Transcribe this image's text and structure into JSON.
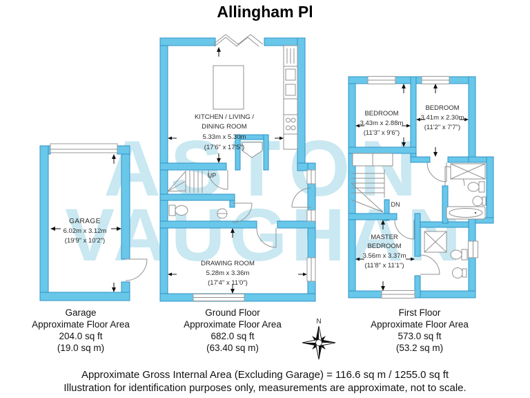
{
  "title": "Allingham Pl",
  "watermark": {
    "line1": "ASTON",
    "line2": "VAUGHAN"
  },
  "colors": {
    "wall_fill": "#69c7ea",
    "wall_stroke": "#2e93c5",
    "watermark": "#c9e8f1"
  },
  "garage": {
    "room": {
      "name": "GARAGE",
      "metric": "6.02m x 3.12m",
      "imperial": "(19'9\" x 10'2\")"
    },
    "caption": {
      "title": "Garage",
      "subtitle": "Approximate Floor Area",
      "sqft": "204.0 sq ft",
      "sqm": "(19.0 sq m)"
    }
  },
  "ground_floor": {
    "kitchen": {
      "name1": "KITCHEN / LIVING /",
      "name2": "DINING ROOM",
      "metric": "5.33m x 5.30m",
      "imperial": "(17'6\" x 17'5\")"
    },
    "stairs": "UP",
    "drawing_room": {
      "name": "DRAWING ROOM",
      "metric": "5.28m x 3.36m",
      "imperial": "(17'4\" x 11'0\")"
    },
    "caption": {
      "title": "Ground Floor",
      "subtitle": "Approximate Floor Area",
      "sqft": "682.0 sq ft",
      "sqm": "(63.40 sq m)"
    }
  },
  "first_floor": {
    "bedroom1": {
      "name": "BEDROOM",
      "metric": "3.43m x 2.88m",
      "imperial": "(11'3\" x 9'6\")"
    },
    "bedroom2": {
      "name": "BEDROOM",
      "metric": "3.41m x 2.30m",
      "imperial": "(11'2\" x 7'7\")"
    },
    "stairs": "DN",
    "master": {
      "name1": "MASTER",
      "name2": "BEDROOM",
      "metric": "3.56m x 3.37m",
      "imperial": "(11'8\" x 11'1\")"
    },
    "caption": {
      "title": "First Floor",
      "subtitle": "Approximate Floor Area",
      "sqft": "573.0 sq ft",
      "sqm": "(53.2 sq m)"
    }
  },
  "compass": {
    "north": "N"
  },
  "footer": {
    "line1": "Approximate Gross Internal Area (Excluding Garage) = 116.6 sq m / 1255.0 sq ft",
    "line2": "Illustration for identification purposes only, measurements are approximate, not to scale."
  }
}
